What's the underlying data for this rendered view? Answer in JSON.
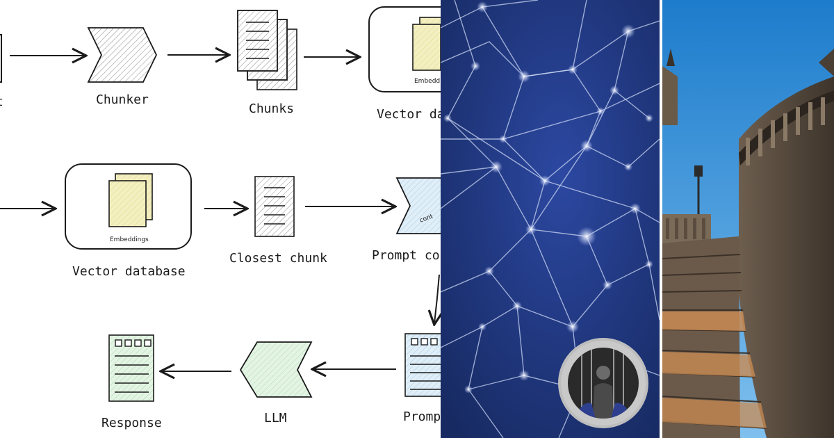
{
  "diagram": {
    "row1": {
      "document_label_fragment": "t",
      "chunker_label": "Chunker",
      "chunks_label": "Chunks",
      "vector_db_label": "Vector da",
      "embeddings_fragment": "Embedd"
    },
    "row2": {
      "vector_db_label": "Vector database",
      "embeddings_label": "Embeddings",
      "closest_chunk_label": "Closest chunk",
      "prompt_label": "Prompt co",
      "context_fragment": "cont"
    },
    "row3": {
      "response_label": "Response",
      "llm_label": "LLM",
      "prompt_label": "Promp"
    }
  },
  "colors": {
    "network_background": "#1e3374",
    "network_lines": "#c8d4f2",
    "sky": "#2f8fd6",
    "stone": "#5a4c3e",
    "sunlit_steps": "#c98b53",
    "embedding_yellow": "#f3efc0",
    "llm_green": "#d8efd8",
    "prompt_blue": "#d5e8f4"
  }
}
